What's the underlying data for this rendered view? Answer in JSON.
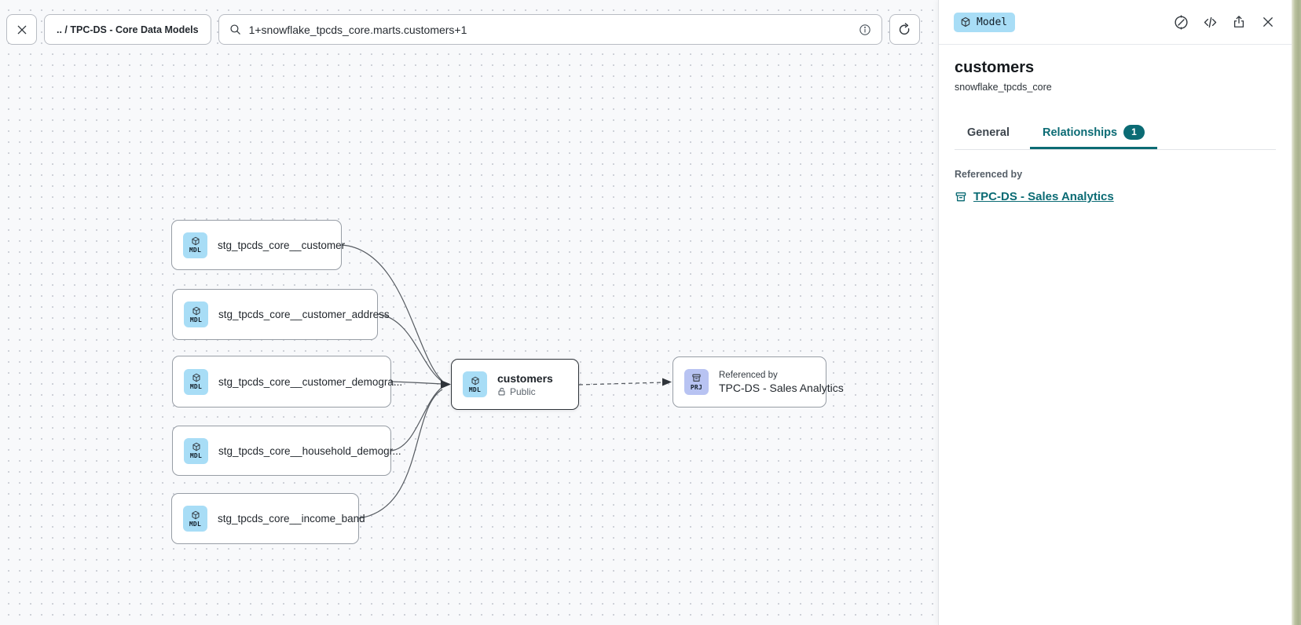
{
  "toolbar": {
    "breadcrumb": ".. / TPC-DS - Core Data Models",
    "search_value": "1+snowflake_tpcds_core.marts.customers+1"
  },
  "canvas": {
    "nodes": [
      {
        "badge": "MDL",
        "label": "stg_tpcds_core__customer"
      },
      {
        "badge": "MDL",
        "label": "stg_tpcds_core__customer_address"
      },
      {
        "badge": "MDL",
        "label": "stg_tpcds_core__customer_demogra..."
      },
      {
        "badge": "MDL",
        "label": "stg_tpcds_core__household_demogr..."
      },
      {
        "badge": "MDL",
        "label": "stg_tpcds_core__income_band"
      },
      {
        "badge": "MDL",
        "label": "customers",
        "visibility": "Public",
        "selected": true
      },
      {
        "badge": "PRJ",
        "kicker": "Referenced by",
        "label": "TPC-DS - Sales Analytics"
      }
    ]
  },
  "panel": {
    "type_badge": "Model",
    "title": "customers",
    "subtitle": "snowflake_tpcds_core",
    "tabs": {
      "general": "General",
      "relationships": "Relationships",
      "relationships_count": "1"
    },
    "referenced_by": {
      "label": "Referenced by",
      "link": "TPC-DS - Sales Analytics"
    }
  },
  "icons": {
    "toolbar_close": "x-icon",
    "search": "magnifier-icon",
    "search_info": "info-icon",
    "refresh": "refresh-icon",
    "model_type": "cube-icon",
    "explore": "compass-icon",
    "code": "code-icon",
    "share": "share-icon",
    "panel_close": "x-icon",
    "project": "archive-icon",
    "public_visibility": "lock-open-icon"
  },
  "colors": {
    "accent_teal": "#0b6b74",
    "model_badge_bg": "#a8ddf6",
    "project_badge_bg": "#b8c3f2",
    "canvas_bg": "#f8f9fb",
    "node_border": "#979da5",
    "selected_node_border": "#2e3339"
  }
}
